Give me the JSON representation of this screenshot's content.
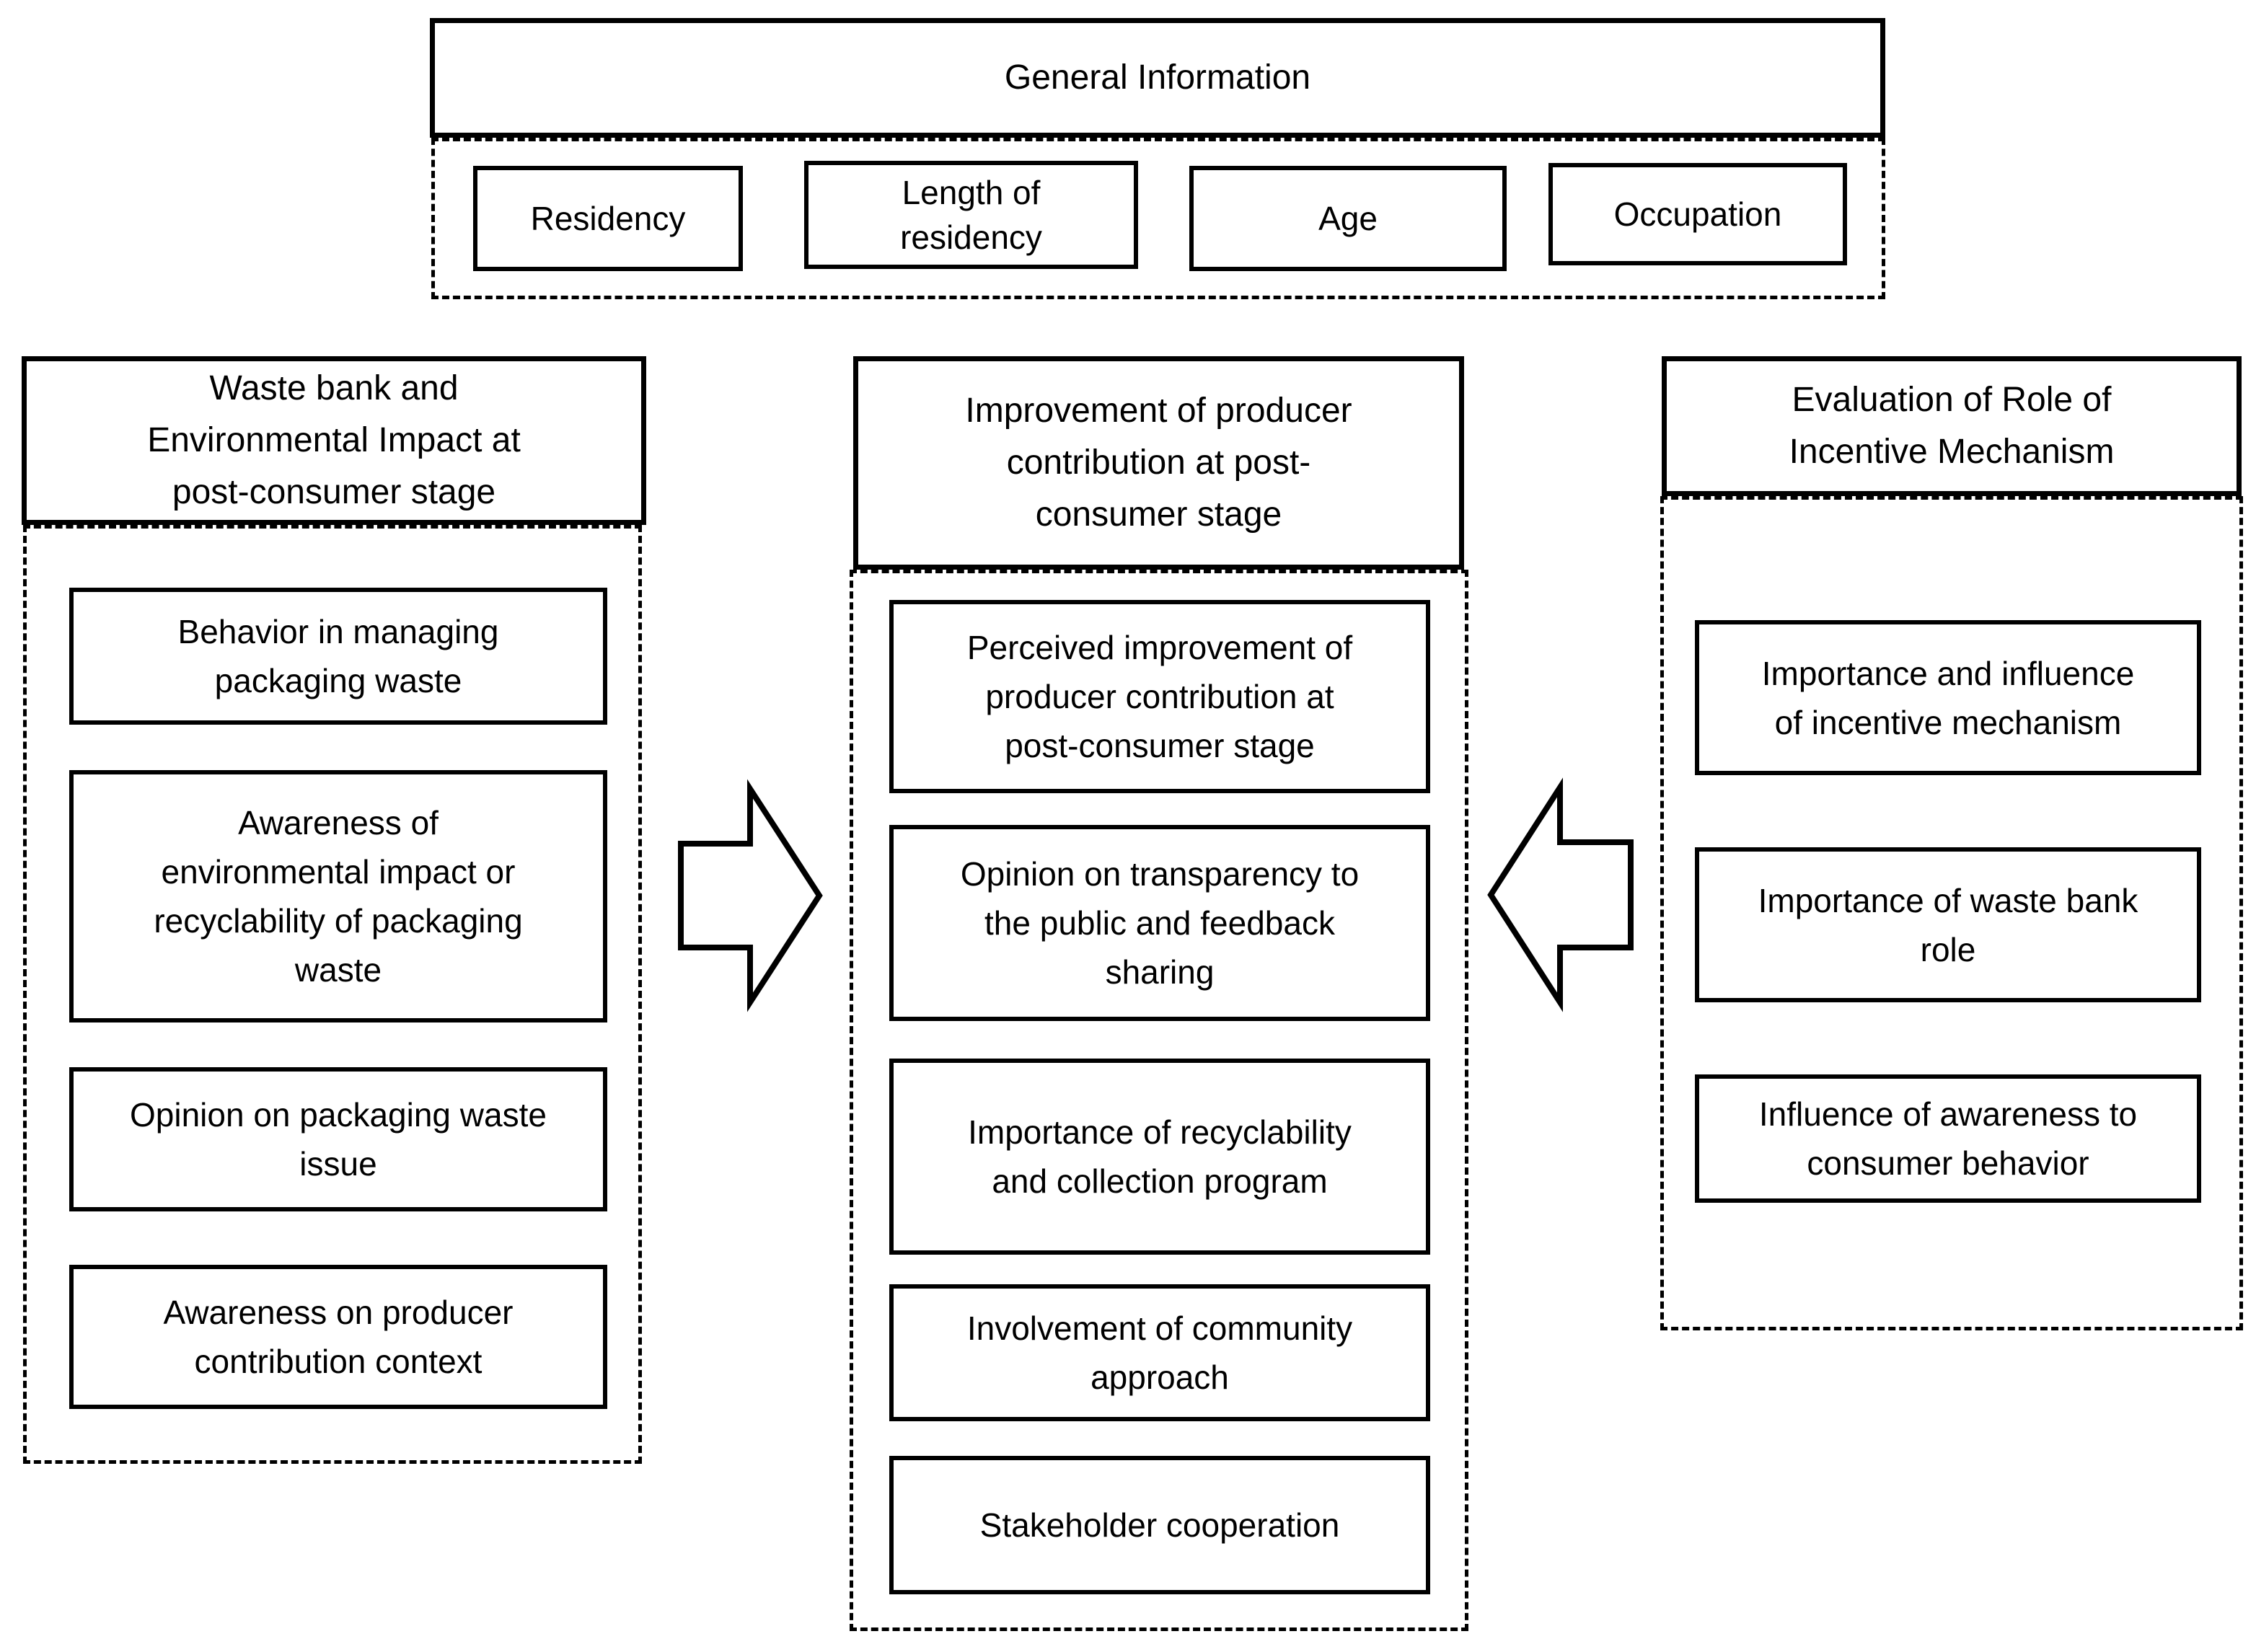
{
  "colors": {
    "line": "#000000",
    "background": "#ffffff"
  },
  "general": {
    "title": "General Information",
    "items": [
      {
        "id": "residency",
        "lines": [
          "Residency"
        ]
      },
      {
        "id": "length-of-residency",
        "lines": [
          "Length of",
          "residency"
        ]
      },
      {
        "id": "age",
        "lines": [
          "Age"
        ]
      },
      {
        "id": "occupation",
        "lines": [
          "Occupation"
        ]
      }
    ]
  },
  "left": {
    "title_lines": [
      "Waste bank and",
      "Environmental Impact at",
      "post-consumer stage"
    ],
    "boxes": [
      {
        "lines": [
          "Behavior in managing",
          "packaging waste"
        ]
      },
      {
        "lines": [
          "Awareness of",
          "environmental impact or",
          "recyclability of packaging",
          "waste"
        ]
      },
      {
        "lines": [
          "Opinion on packaging waste",
          "issue"
        ]
      },
      {
        "lines": [
          "Awareness on producer",
          "contribution context"
        ]
      }
    ]
  },
  "middle": {
    "title_lines": [
      "Improvement of producer",
      "contribution at post-",
      "consumer stage"
    ],
    "boxes": [
      {
        "lines": [
          "Perceived improvement of",
          "producer contribution at",
          "post-consumer stage"
        ]
      },
      {
        "lines": [
          "Opinion on transparency to",
          "the public and feedback",
          "sharing"
        ]
      },
      {
        "lines": [
          "Importance of recyclability",
          "and collection program"
        ]
      },
      {
        "lines": [
          "Involvement of community",
          "approach"
        ]
      },
      {
        "lines": [
          "Stakeholder cooperation"
        ]
      }
    ]
  },
  "right": {
    "title_lines": [
      "Evaluation of Role of",
      "Incentive Mechanism"
    ],
    "boxes": [
      {
        "lines": [
          "Importance and influence",
          "of incentive mechanism"
        ]
      },
      {
        "lines": [
          "Importance of waste bank",
          "role"
        ]
      },
      {
        "lines": [
          "Influence of awareness to",
          "consumer behavior"
        ]
      }
    ]
  },
  "arrows": [
    {
      "id": "left-to-middle",
      "direction": "right"
    },
    {
      "id": "right-to-middle",
      "direction": "left"
    }
  ]
}
